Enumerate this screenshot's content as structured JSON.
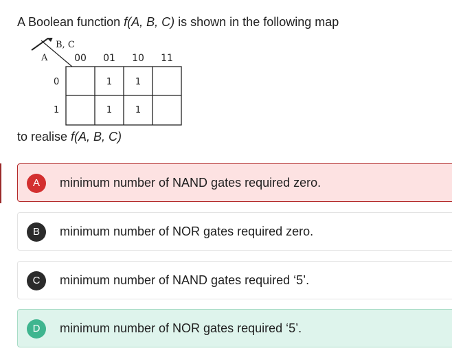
{
  "question": {
    "prefix": "A Boolean function ",
    "func": "f(A, B, C)",
    "suffix": " is shown in the following map"
  },
  "kmap": {
    "var_top": "B, C",
    "var_left": "A",
    "col_headers": [
      "00",
      "01",
      "10",
      "11"
    ],
    "row_headers": [
      "0",
      "1"
    ],
    "rows": [
      [
        "",
        "1",
        "1",
        ""
      ],
      [
        "",
        "1",
        "1",
        ""
      ]
    ]
  },
  "realise": {
    "prefix": "to realise ",
    "func": "f(A, B, C)"
  },
  "options": [
    {
      "letter": "A",
      "text": "minimum number of NAND gates required zero.",
      "state": "wrong",
      "badge_color": "#d32f2f"
    },
    {
      "letter": "B",
      "text": "minimum number of NOR gates required zero.",
      "state": "neutral",
      "badge_color": "#2b2b2b"
    },
    {
      "letter": "C",
      "text": "minimum number of NAND gates required ‘5’.",
      "state": "neutral",
      "badge_color": "#2b2b2b"
    },
    {
      "letter": "D",
      "text": "minimum number of NOR gates required ‘5’.",
      "state": "correct",
      "badge_color": "#3fb58f"
    }
  ],
  "colors": {
    "wrong_bg": "#fde2e2",
    "wrong_border": "#b42a2a",
    "correct_bg": "#def4ec"
  }
}
